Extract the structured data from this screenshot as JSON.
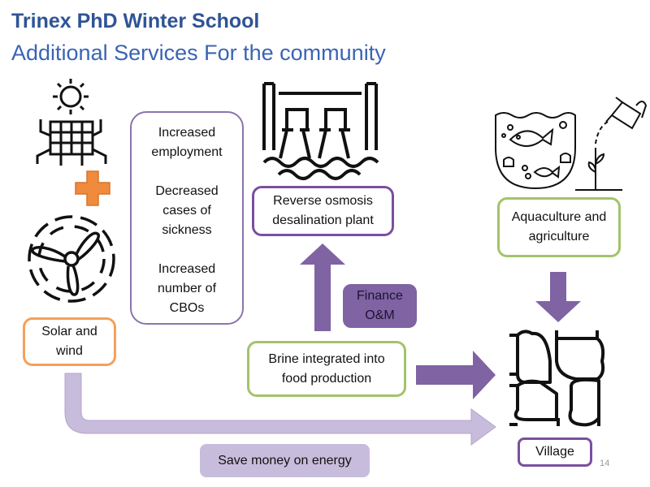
{
  "header": {
    "title": "Trinex PhD Winter School",
    "subtitle": "Additional Services For the community"
  },
  "benefits": [
    "Increased employment",
    "Decreased cases of sickness",
    "Increased number of CBOs"
  ],
  "boxes": {
    "solar_wind": "Solar and wind",
    "ro_plant": "Reverse osmosis desalination plant",
    "finance": "Finance O&M",
    "brine": "Brine integrated into food production",
    "aquaculture": "Aquaculture and agriculture",
    "village": "Village",
    "save_money": "Save money on energy"
  },
  "page_number": "14",
  "colors": {
    "title": "#2f5496",
    "arrow": "#7f63a3",
    "light_arrow": "#c8bcdc",
    "orange": "#f4a05a",
    "green": "#a3c36a"
  }
}
